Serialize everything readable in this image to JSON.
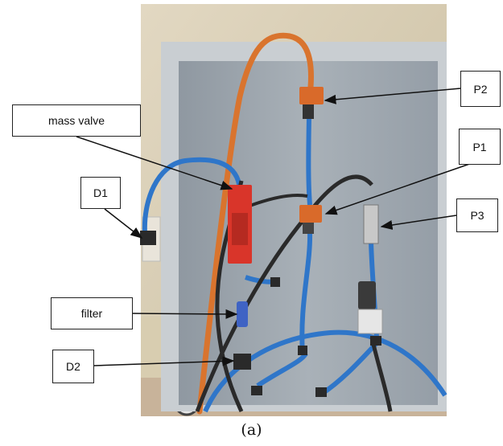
{
  "figure": {
    "caption": "(a)",
    "labels": {
      "mass_valve": "mass valve",
      "p2": "P2",
      "p1": "P1",
      "p3": "P3",
      "d1": "D1",
      "filter": "filter",
      "d2": "D2"
    }
  },
  "colors": {
    "wall": "#d9cfb6",
    "panel": "#9ea6ae",
    "frame": "#c9ced2",
    "blue_tube": "#2f76c9",
    "orange_tube": "#d9742e",
    "black_tube": "#2a2a2a",
    "valve_red": "#d9352a"
  }
}
